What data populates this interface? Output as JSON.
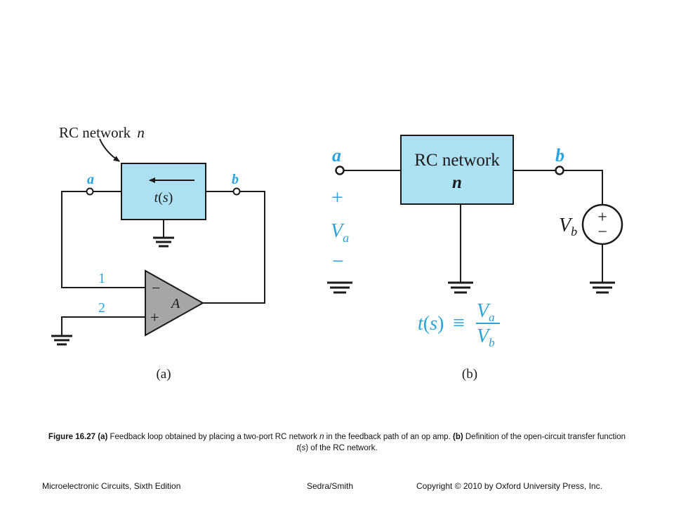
{
  "panel_a": {
    "callout_label": "RC network",
    "callout_symbol": "n",
    "node_a": "a",
    "node_b": "b",
    "block_func": "t",
    "block_func_paren_open": "(",
    "block_func_var": "s",
    "block_func_paren_close": ")",
    "input_1": "1",
    "input_2": "2",
    "minus_sign": "−",
    "plus_sign": "+",
    "gain": "A",
    "panel_label": "(a)"
  },
  "panel_b": {
    "node_a": "a",
    "node_b": "b",
    "block_line1": "RC network",
    "block_line2": "n",
    "plus": "+",
    "minus": "−",
    "va_main": "V",
    "va_sub": "a",
    "vb_main": "V",
    "vb_sub": "b",
    "source_plus": "+",
    "source_minus": "−",
    "eq_func": "t",
    "eq_paren_open": "(",
    "eq_var": "s",
    "eq_paren_close": ")",
    "eq_equiv": "≡",
    "eq_num_main": "V",
    "eq_num_sub": "a",
    "eq_den_main": "V",
    "eq_den_sub": "b",
    "panel_label": "(b)"
  },
  "caption": {
    "figure_number": "Figure 16.27",
    "part_a_tag": "(a)",
    "part_a_text_1": "Feedback loop obtained by placing a two-port RC network",
    "part_a_var": "n",
    "part_a_text_2": "in the feedback path of an op amp.",
    "part_b_tag": "(b)",
    "part_b_text_1": "Definition of the open-circuit transfer function",
    "part_b_func": "t",
    "part_b_paren_open": "(",
    "part_b_var": "s",
    "part_b_paren_close": ")",
    "part_b_text_2": "of the RC network."
  },
  "footer": {
    "book_title": "Microelectronic Circuits, Sixth Edition",
    "authors": "Sedra/Smith",
    "copyright": "Copyright © 2010 by Oxford University Press, Inc."
  },
  "colors": {
    "block_fill": "#aee0f4",
    "label_blue": "#2aa3dc",
    "opamp_fill": "#a6a6a6",
    "ink": "#1a1a1a"
  }
}
